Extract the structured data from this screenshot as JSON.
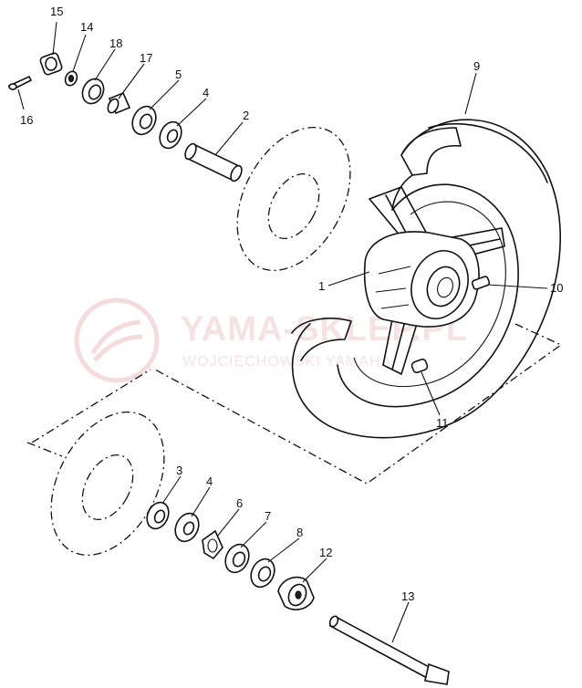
{
  "diagram": {
    "callouts": {
      "p1": "1",
      "p2": "2",
      "p3": "3",
      "p4a": "4",
      "p4b": "4",
      "p5": "5",
      "p6": "6",
      "p7": "7",
      "p8": "8",
      "p9": "9",
      "p10": "10",
      "p11": "11",
      "p12": "12",
      "p13": "13",
      "p14": "14",
      "p15": "15",
      "p16": "16",
      "p17": "17",
      "p18": "18"
    }
  },
  "watermark": {
    "title": "YAMA-SKLEP.PL",
    "subtitle": "WOJCIECHOWSKI YAMAHA"
  }
}
